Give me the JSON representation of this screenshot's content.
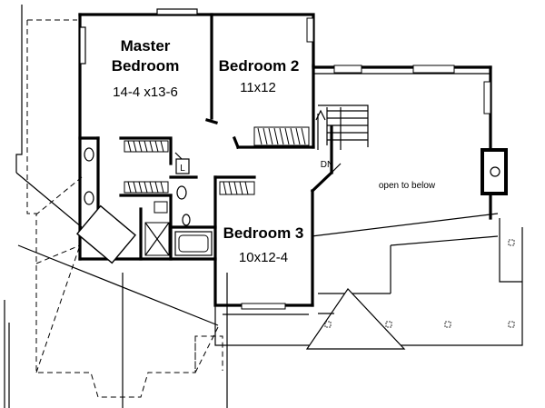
{
  "rooms": {
    "master": {
      "name_line1": "Master",
      "name_line2": "Bedroom",
      "size": "14-4 x13-6"
    },
    "bedroom2": {
      "name": "Bedroom 2",
      "size": "11x12"
    },
    "bedroom3": {
      "name": "Bedroom 3",
      "size": "10x12-4"
    }
  },
  "labels": {
    "open_to_below": "open to below",
    "stair_dn": "DN",
    "linen": "L"
  },
  "colors": {
    "ink": "#000000",
    "paper": "#ffffff"
  }
}
